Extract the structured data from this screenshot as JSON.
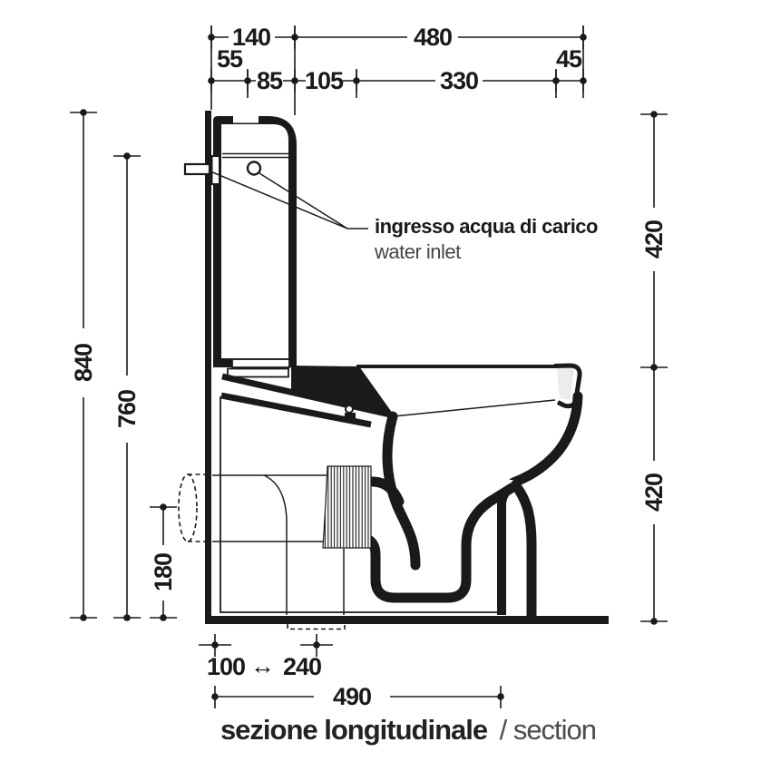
{
  "caption": {
    "primary": "sezione longitudinale",
    "secondary": "/ section"
  },
  "labels": {
    "inlet_primary": "ingresso acqua di carico",
    "inlet_secondary": "water inlet"
  },
  "dimensions": {
    "top": {
      "w140": "140",
      "w480": "480",
      "w55": "55",
      "w85": "85",
      "w105": "105",
      "w330": "330",
      "w45": "45"
    },
    "left": {
      "h840": "840",
      "h760": "760",
      "h180": "180"
    },
    "right": {
      "h420_upper": "420",
      "h420_lower": "420"
    },
    "bottom": {
      "drain_min": "100",
      "drain_arrow": "↔",
      "drain_max": "240",
      "depth": "490"
    }
  },
  "colors": {
    "ink": "#1a1a1a",
    "muted": "#454545"
  }
}
